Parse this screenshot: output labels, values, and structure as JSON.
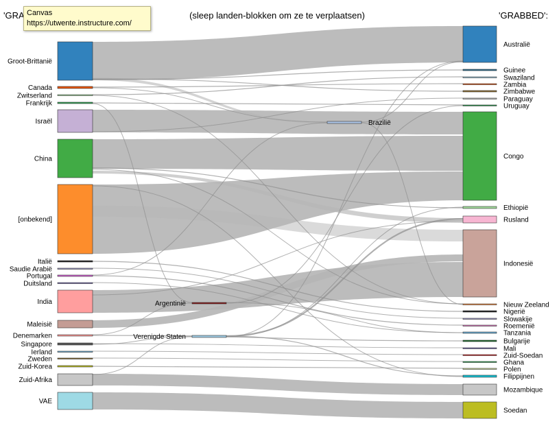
{
  "header": {
    "left": "'GRABBERS':",
    "center": "(sleep landen-blokken om ze te verplaatsen)",
    "right": "'GRABBED':"
  },
  "tooltip": {
    "title": "Canvas",
    "url": "https://utwente.instructure.com/"
  },
  "diagram": {
    "sources": [
      {
        "id": "groot-brittannie",
        "label": "Groot-Brittanië",
        "color": "#3182bd"
      },
      {
        "id": "canada",
        "label": "Canada",
        "color": "#e6550d"
      },
      {
        "id": "zwitserland",
        "label": "Zwitserland",
        "color": "#a1d99b"
      },
      {
        "id": "frankrijk",
        "label": "Frankrijk",
        "color": "#31a354"
      },
      {
        "id": "israel",
        "label": "Israël",
        "color": "#c5b0d5"
      },
      {
        "id": "china",
        "label": "China",
        "color": "#41ab45"
      },
      {
        "id": "onbekend",
        "label": "[onbekend]",
        "color": "#fd8d2c"
      },
      {
        "id": "italie",
        "label": "Italië",
        "color": "#222222"
      },
      {
        "id": "saudie-arabie",
        "label": "Saudie Arabië",
        "color": "#9e9ac8"
      },
      {
        "id": "portugal",
        "label": "Portugal",
        "color": "#d65fd6"
      },
      {
        "id": "duitsland",
        "label": "Duitsland",
        "color": "#756bb1"
      },
      {
        "id": "india",
        "label": "India",
        "color": "#ff9e9e"
      },
      {
        "id": "maleisie",
        "label": "Maleisië",
        "color": "#c49c94"
      },
      {
        "id": "denemarken",
        "label": "Denemarken",
        "color": "#ff9896"
      },
      {
        "id": "singapore",
        "label": "Singapore",
        "color": "#555555"
      },
      {
        "id": "ierland",
        "label": "Ierland",
        "color": "#6baed6"
      },
      {
        "id": "zweden",
        "label": "Zweden",
        "color": "#8c6d31"
      },
      {
        "id": "zuid-korea",
        "label": "Zuid-Korea",
        "color": "#bcbd22"
      },
      {
        "id": "zuid-afrika",
        "label": "Zuid-Afrika",
        "color": "#c7c7c7"
      },
      {
        "id": "vae",
        "label": "VAE",
        "color": "#9edae5"
      }
    ],
    "middle": [
      {
        "id": "brazilie",
        "label": "Brazilië",
        "color": "#aec7e8"
      },
      {
        "id": "argentinie",
        "label": "Argentinië",
        "color": "#8b1a1a"
      },
      {
        "id": "verenigde-staten",
        "label": "Verenigde Staten",
        "color": "#9ecae1"
      }
    ],
    "targets": [
      {
        "id": "australie",
        "label": "Australië",
        "color": "#3182bd"
      },
      {
        "id": "guinee",
        "label": "Guinee",
        "color": "#2b6e8f"
      },
      {
        "id": "swaziland",
        "label": "Swaziland",
        "color": "#9ecae1"
      },
      {
        "id": "zambia",
        "label": "Zambia",
        "color": "#e6550d"
      },
      {
        "id": "zimbabwe",
        "label": "Zimbabwe",
        "color": "#8c6d31"
      },
      {
        "id": "paraguay",
        "label": "Paraguay",
        "color": "#c7c7c7"
      },
      {
        "id": "uruguay",
        "label": "Uruguay",
        "color": "#31a354"
      },
      {
        "id": "congo",
        "label": "Congo",
        "color": "#41ab45"
      },
      {
        "id": "ethiopie",
        "label": "Ethiopië",
        "color": "#a1d99b"
      },
      {
        "id": "rusland",
        "label": "Rusland",
        "color": "#f7b6d2"
      },
      {
        "id": "indonesie",
        "label": "Indonesië",
        "color": "#c9a39a"
      },
      {
        "id": "nieuw-zeeland",
        "label": "Nieuw Zeeland",
        "color": "#fd8d3c"
      },
      {
        "id": "nigerie",
        "label": "Nigerië",
        "color": "#1f1f1f"
      },
      {
        "id": "slowakije",
        "label": "Slowakije",
        "color": "#9e9ac8"
      },
      {
        "id": "roemenie",
        "label": "Roemenië",
        "color": "#e377c2"
      },
      {
        "id": "tanzania",
        "label": "Tanzania",
        "color": "#6baed6"
      },
      {
        "id": "bulgarije",
        "label": "Bulgarije",
        "color": "#1a6b2a"
      },
      {
        "id": "mali",
        "label": "Mali",
        "color": "#756bb1"
      },
      {
        "id": "zuid-soedan",
        "label": "Zuid-Soedan",
        "color": "#d62728"
      },
      {
        "id": "ghana",
        "label": "Ghana",
        "color": "#31a354"
      },
      {
        "id": "polen",
        "label": "Polen",
        "color": "#cedb9c"
      },
      {
        "id": "filippijnen",
        "label": "Filippijnen",
        "color": "#17becf"
      },
      {
        "id": "mozambique",
        "label": "Mozambique",
        "color": "#c7c7c7"
      },
      {
        "id": "soedan",
        "label": "Soedan",
        "color": "#bcbd22"
      }
    ]
  }
}
